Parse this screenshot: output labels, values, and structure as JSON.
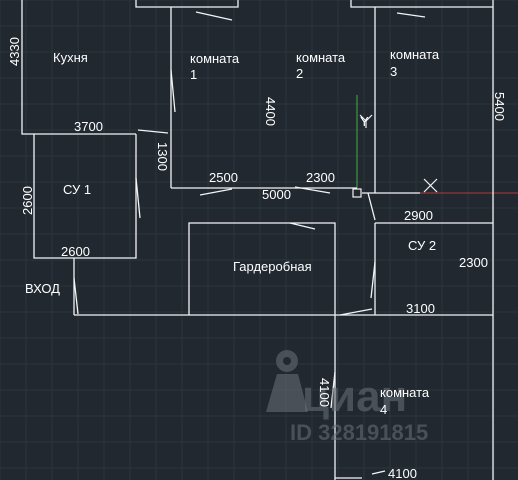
{
  "rooms": {
    "kitchen": "Кухня",
    "room1_line1": "комната",
    "room1_line2": "1",
    "room2_line1": "комната",
    "room2_line2": "2",
    "room3_line1": "комната",
    "room3_line2": "3",
    "bath1": "СУ 1",
    "bath2": "СУ 2",
    "wardrobe": "Гардеробная",
    "room4_line1": "комната",
    "room4_line2": "4",
    "entrance": "ВХОД"
  },
  "dimensions": {
    "d4330": "4330",
    "d3700": "3700",
    "d1300": "1300",
    "d4400": "4400",
    "d5400": "5400",
    "d2500": "2500",
    "d2300a": "2300",
    "d5000": "5000",
    "d2600v": "2600",
    "d2600h": "2600",
    "d2900": "2900",
    "d2300b": "2300",
    "d3100": "3100",
    "d4100v": "4100",
    "d4100h": "4100"
  },
  "ucs": {
    "y_label": "Y"
  },
  "watermark": {
    "brand": "циан",
    "id": "ID 328191815"
  },
  "colors": {
    "background": "#212830",
    "grid": "#2c343d",
    "wall": "#f2f4f6",
    "axis_y": "#3fae3f",
    "axis_x": "#b03a3a"
  }
}
